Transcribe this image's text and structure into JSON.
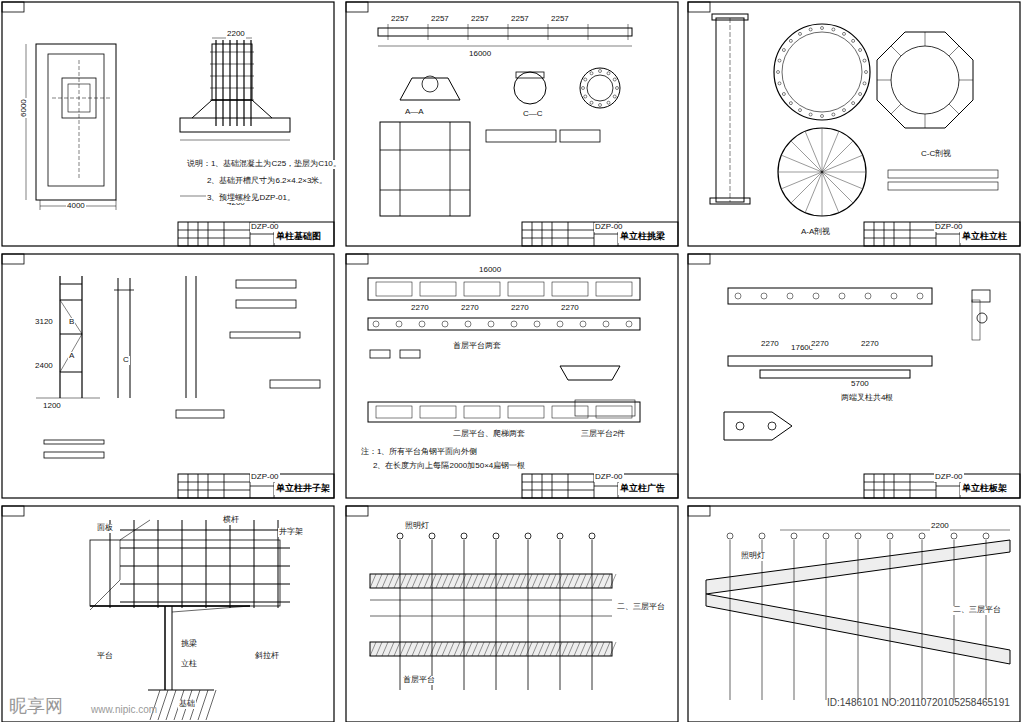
{
  "diagram": {
    "nodes": [
      {
        "text": [
          "单柱基础图"
        ]
      },
      {
        "text": [
          "单立柱挑梁"
        ]
      },
      {
        "text": [
          "单立柱立柱"
        ]
      },
      {
        "text": [
          "单立柱井子架"
        ]
      },
      {
        "text": [
          "单立柱广告"
        ]
      },
      {
        "text": [
          "单立柱板架"
        ]
      }
    ],
    "labels": [
      "6000",
      "4000",
      "2200",
      "4200",
      "说明：1、基础混凝土为C25，垫层为C10。",
      "2、基础开槽尺寸为6.2×4.2×3米。",
      "3、预埋螺栓见DZP-01。",
      "DZP-00",
      "2257",
      "2257",
      "2257",
      "2257",
      "2257",
      "16000",
      "A—A",
      "C—C",
      "DZP-00",
      "A-A剖视",
      "C-C剖视",
      "DZP-00",
      "3120",
      "2400",
      "1200",
      "B",
      "A",
      "C",
      "DZP-00",
      "16000",
      "2270",
      "2270",
      "2270",
      "2270",
      "首层平台两套",
      "二层平台、爬梯两套",
      "注：1、所有平台角钢平面向外侧",
      "2、在长度方向上每隔2000加50×4扁钢一根",
      "三层平台2件",
      "DZP-00",
      "17600",
      "2270",
      "2270",
      "2270",
      "5700",
      "两端叉柱共4根",
      "DZP-00",
      "面板",
      "横杆",
      "井字架",
      "平台",
      "挑梁",
      "立柱",
      "斜拉杆",
      "基础",
      "照明灯",
      "二、三层平台",
      "首层平台",
      "照明灯",
      "二、三层平台",
      "2200",
      "昵享网",
      "www.nipic.com",
      "ID:1486101 NO:20110720105258465191"
    ]
  }
}
